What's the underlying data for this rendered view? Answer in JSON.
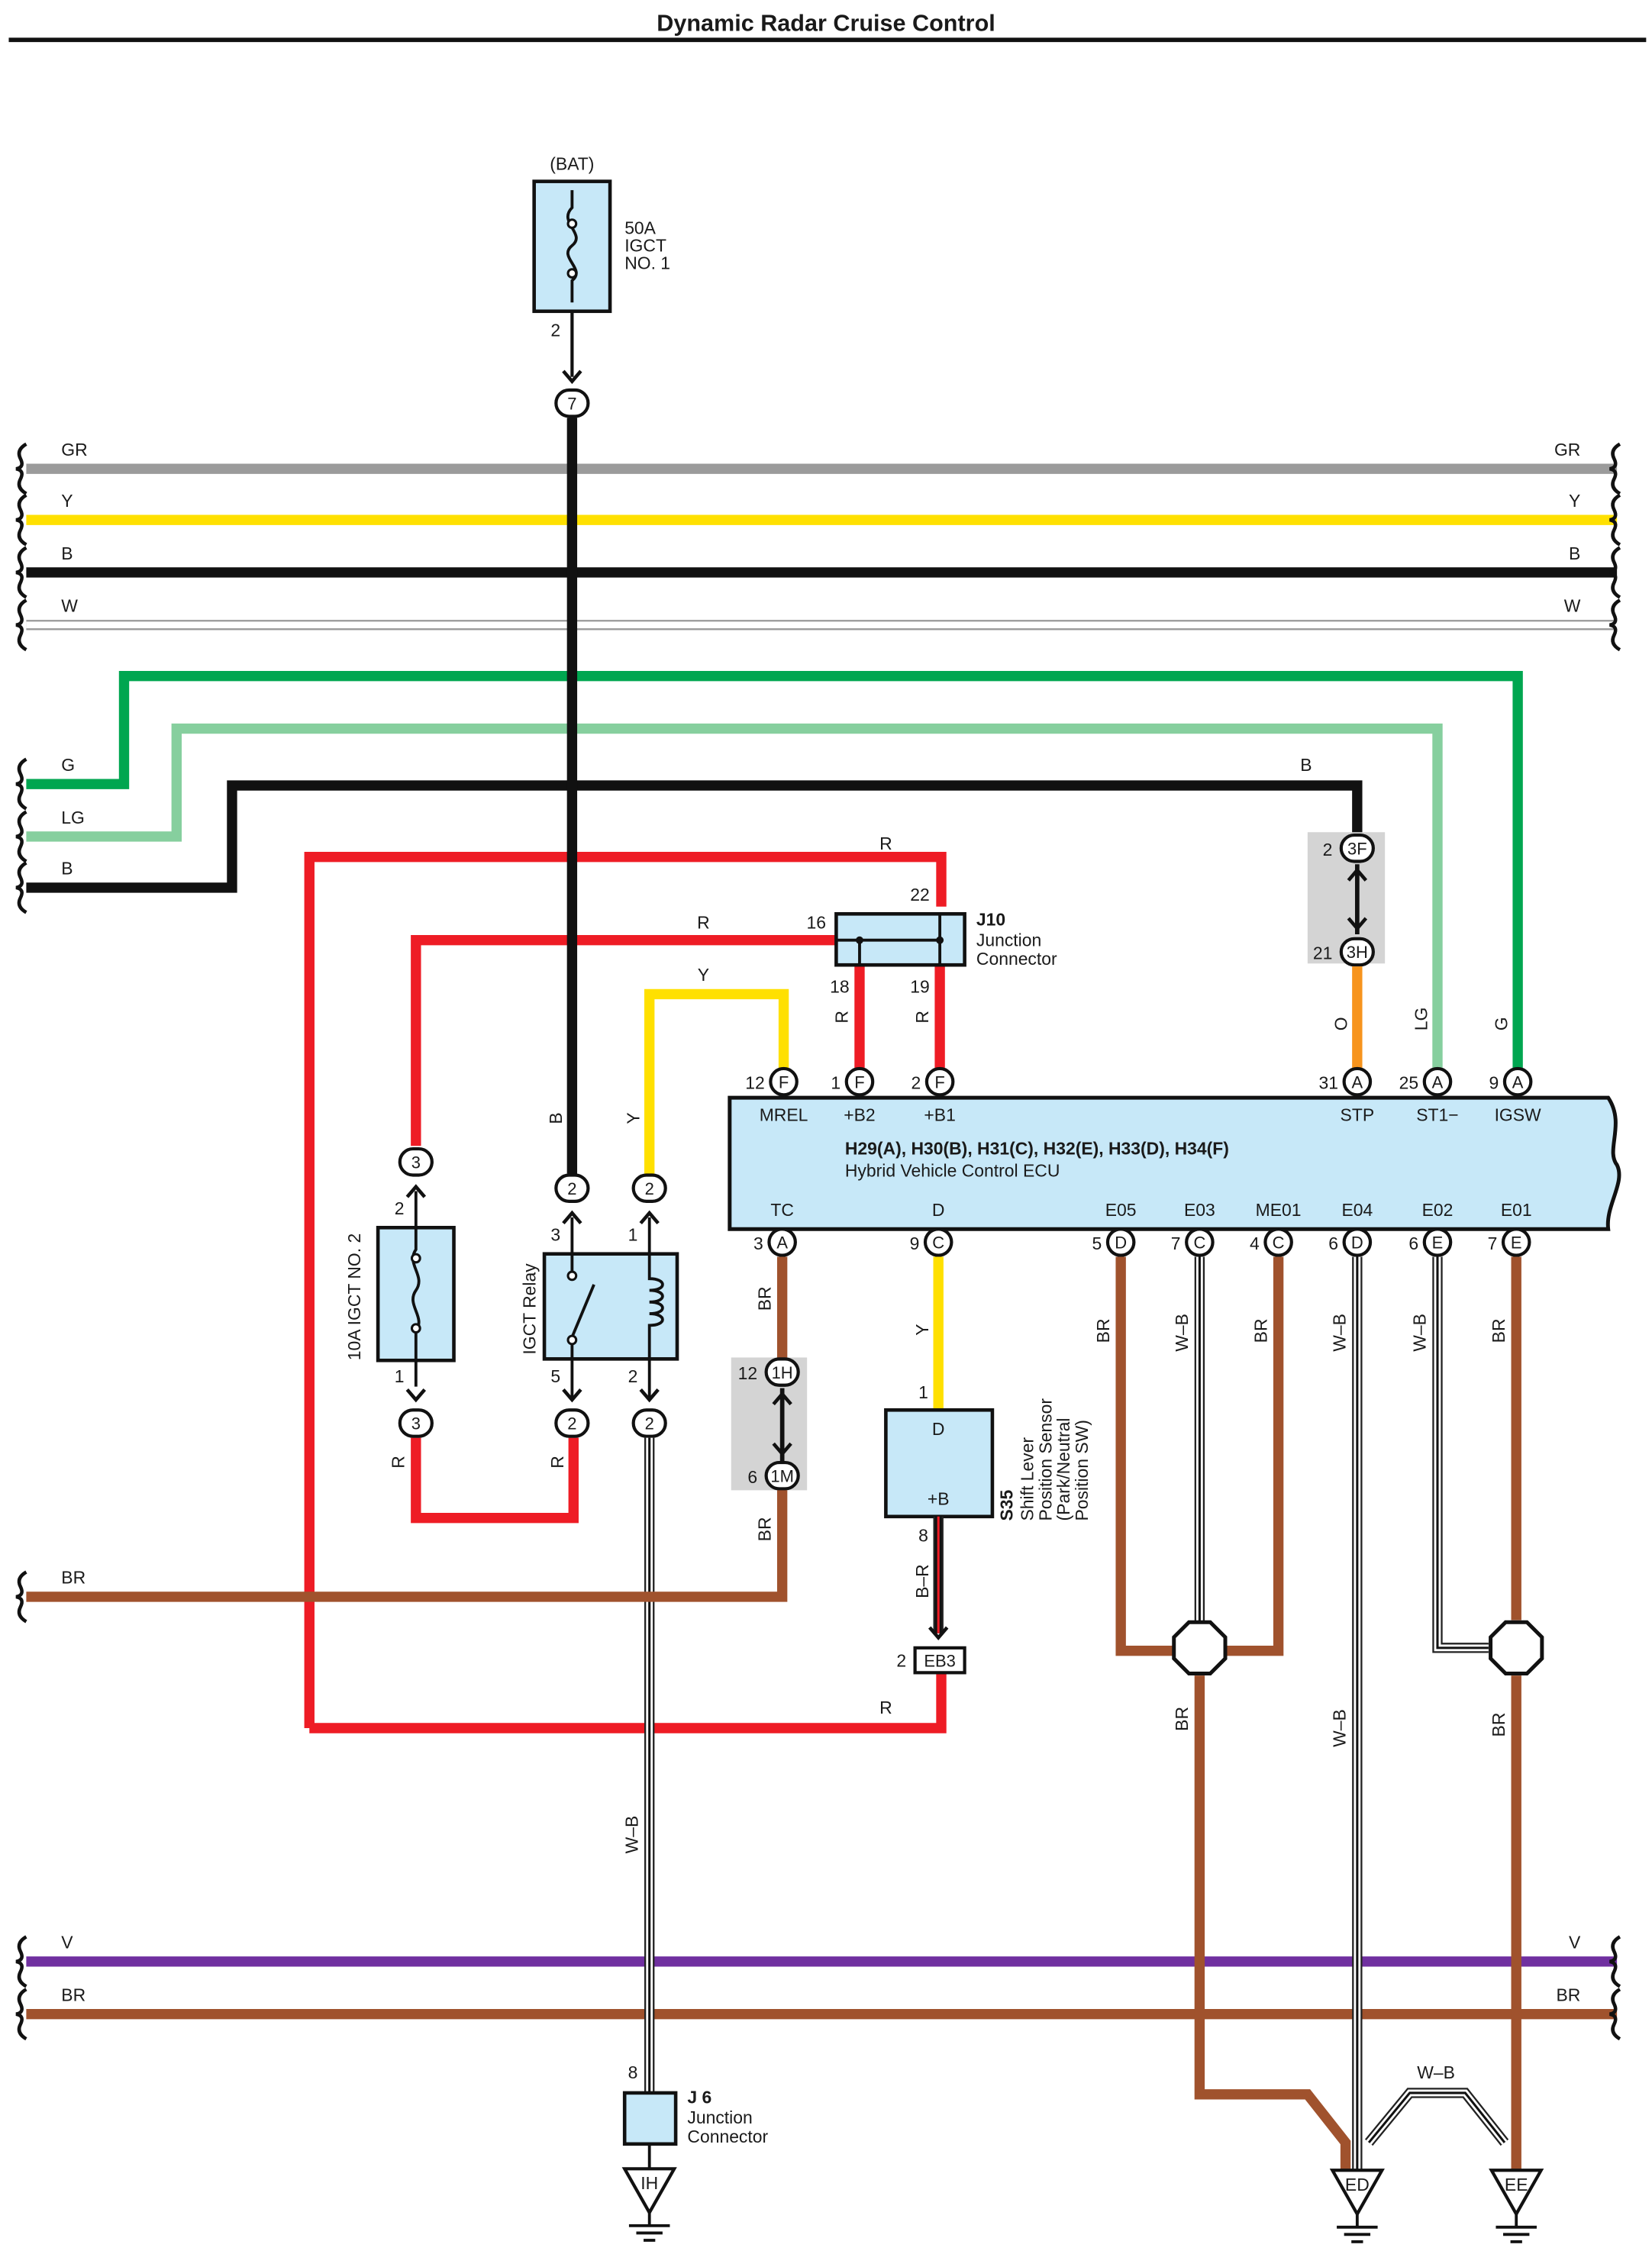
{
  "title": "Dynamic Radar Cruise Control",
  "colors": {
    "GR": "#9b9b9b",
    "Y": "#ffe000",
    "B": "#111111",
    "W": "#ffffff",
    "G": "#00a650",
    "LG": "#86cf9e",
    "R": "#ee1c25",
    "O": "#f7941d",
    "BR": "#a0522d",
    "V": "#7030a0",
    "component": "#c7e8f8",
    "splice": "#d4d4d4"
  },
  "buses": {
    "upper": [
      "GR",
      "Y",
      "B",
      "W"
    ],
    "lower": [
      "V",
      "BR"
    ],
    "left": [
      "G",
      "LG",
      "B",
      "BR"
    ]
  },
  "fuse_50a": {
    "source": "(BAT)",
    "name": "50A\nIGCT\nNO. 1",
    "pin": "2",
    "connector": "7"
  },
  "fuse_10a": {
    "name": "10A IGCT NO. 2",
    "top_pin": "2",
    "bottom_pin": "1",
    "top_connector": "3",
    "bottom_connector": "3"
  },
  "relay": {
    "name": "IGCT Relay",
    "pins": [
      "3",
      "5",
      "1",
      "2"
    ],
    "connectors": [
      "2",
      "2",
      "2",
      "2"
    ]
  },
  "j10": {
    "id": "J10",
    "name": "Junction\nConnector",
    "pins": [
      "16",
      "22",
      "18",
      "19"
    ]
  },
  "j6": {
    "id": "J 6",
    "name": "Junction\nConnector",
    "pin": "8"
  },
  "ecu": {
    "connectors": "H29(A), H30(B), H31(C), H32(E), H33(D), H34(F)",
    "name": "Hybrid Vehicle Control ECU",
    "top_terminals": [
      {
        "pin": "12",
        "conn": "F",
        "name": "MREL"
      },
      {
        "pin": "1",
        "conn": "F",
        "name": "+B2"
      },
      {
        "pin": "2",
        "conn": "F",
        "name": "+B1"
      },
      {
        "pin": "31",
        "conn": "A",
        "name": "STP"
      },
      {
        "pin": "25",
        "conn": "A",
        "name": "ST1−"
      },
      {
        "pin": "9",
        "conn": "A",
        "name": "IGSW"
      }
    ],
    "bottom_terminals": [
      {
        "pin": "3",
        "conn": "A",
        "name": "TC"
      },
      {
        "pin": "9",
        "conn": "C",
        "name": "D"
      },
      {
        "pin": "5",
        "conn": "D",
        "name": "E05"
      },
      {
        "pin": "7",
        "conn": "C",
        "name": "E03"
      },
      {
        "pin": "4",
        "conn": "C",
        "name": "ME01"
      },
      {
        "pin": "6",
        "conn": "D",
        "name": "E04"
      },
      {
        "pin": "6",
        "conn": "E",
        "name": "E02"
      },
      {
        "pin": "7",
        "conn": "E",
        "name": "E01"
      }
    ]
  },
  "sensor": {
    "id": "S35",
    "name": "Shift Lever\nPosition Sensor\n(Park/Neutral\nPosition SW)",
    "term_d": "D",
    "term_b": "+B",
    "pin_d": "1",
    "pin_b": "8"
  },
  "connectors_inline": {
    "stp_top": {
      "pin": "2",
      "id": "3F"
    },
    "stp_bottom": {
      "pin": "21",
      "id": "3H"
    },
    "tc_top": {
      "pin": "12",
      "id": "1H"
    },
    "tc_bottom": {
      "pin": "6",
      "id": "1M"
    },
    "eb3": {
      "pin": "2",
      "id": "EB3"
    }
  },
  "grounds": [
    "IH",
    "ED",
    "EE"
  ],
  "wire_labels": {
    "GR": "GR",
    "Y": "Y",
    "B": "B",
    "W": "W",
    "G": "G",
    "LG": "LG",
    "R": "R",
    "O": "O",
    "BR": "BR",
    "V": "V",
    "W-B": "W–B",
    "B-R": "B–R"
  }
}
